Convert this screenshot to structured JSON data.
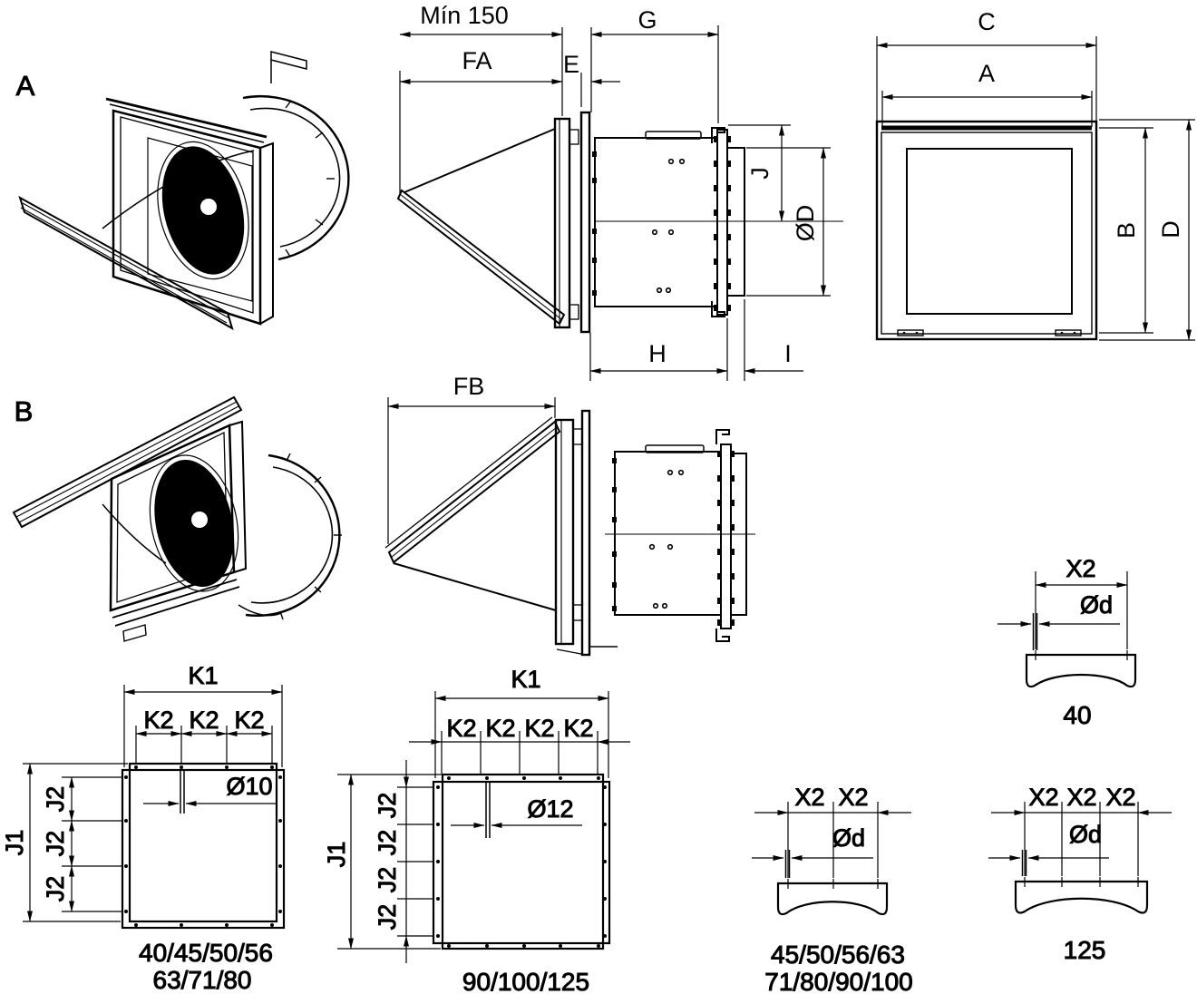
{
  "colors": {
    "ink": "#000000",
    "background": "#ffffff"
  },
  "view_a": {
    "label": "A",
    "side": {
      "min_clearance": "Mín 150",
      "fa": "FA",
      "e": "E",
      "g": "G",
      "j": "J",
      "diameter": "ØD",
      "h": "H",
      "i": "I"
    }
  },
  "front_view": {
    "c": "C",
    "a": "A",
    "b": "B",
    "d": "D"
  },
  "view_b": {
    "label": "B",
    "side": {
      "fb": "FB"
    }
  },
  "flange_small": {
    "k1": "K1",
    "k2": [
      "K2",
      "K2",
      "K2"
    ],
    "j1": "J1",
    "j2": [
      "J2",
      "J2",
      "J2"
    ],
    "hole": "Ø10",
    "sizes_line1": "40/45/50/56",
    "sizes_line2": "63/71/80"
  },
  "flange_large": {
    "k1": "K1",
    "k2": [
      "K2",
      "K2",
      "K2",
      "K2"
    ],
    "j1": "J1",
    "j2": [
      "J2",
      "J2",
      "J2",
      "J2"
    ],
    "hole": "Ø12",
    "sizes": "90/100/125"
  },
  "bracket_single": {
    "x2": [
      "X2"
    ],
    "hole": "Ød",
    "size": "40"
  },
  "bracket_double": {
    "x2": [
      "X2",
      "X2"
    ],
    "hole": "Ød",
    "sizes_line1": "45/50/56/63",
    "sizes_line2": "71/80/90/100"
  },
  "bracket_triple": {
    "x2": [
      "X2",
      "X2",
      "X2"
    ],
    "hole": "Ød",
    "size": "125"
  }
}
